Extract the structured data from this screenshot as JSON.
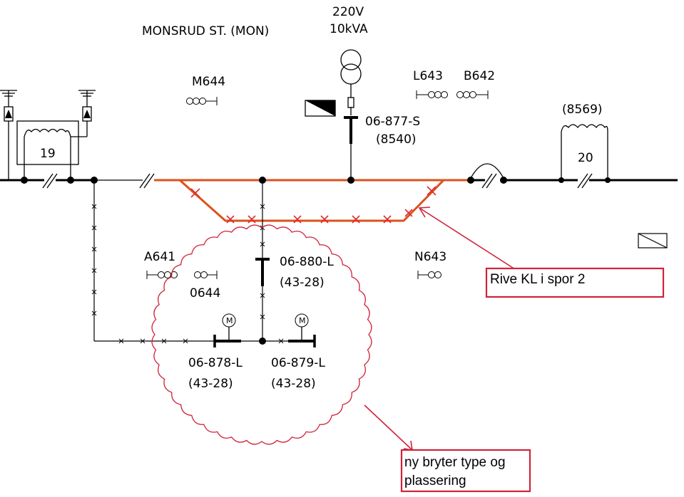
{
  "station": {
    "name": "MONSRUD ST. (MON)"
  },
  "transformer": {
    "voltage": "220V",
    "power": "10kVA"
  },
  "switches": {
    "s877": {
      "id": "06-877-S",
      "code": "(8540)"
    },
    "s880": {
      "id": "06-880-L",
      "code": "(43-28)"
    },
    "s878": {
      "id": "06-878-L",
      "code": "(43-28)"
    },
    "s879": {
      "id": "06-879-L",
      "code": "(43-28)"
    }
  },
  "signals": {
    "m644": "M644",
    "l643": "L643",
    "b642": "B642",
    "a641": "A641",
    "o644": "0644",
    "n643": "N643"
  },
  "sections": {
    "s19": "19",
    "s20": "20",
    "s8569": "(8569)"
  },
  "motor_label": "M",
  "notes": {
    "note1": "Rive KL i spor 2",
    "note2_line1": "ny bryter type og",
    "note2_line2": "plassering"
  },
  "colors": {
    "line": "#000000",
    "removed": "#d9531e",
    "annotation": "#d0233a"
  }
}
